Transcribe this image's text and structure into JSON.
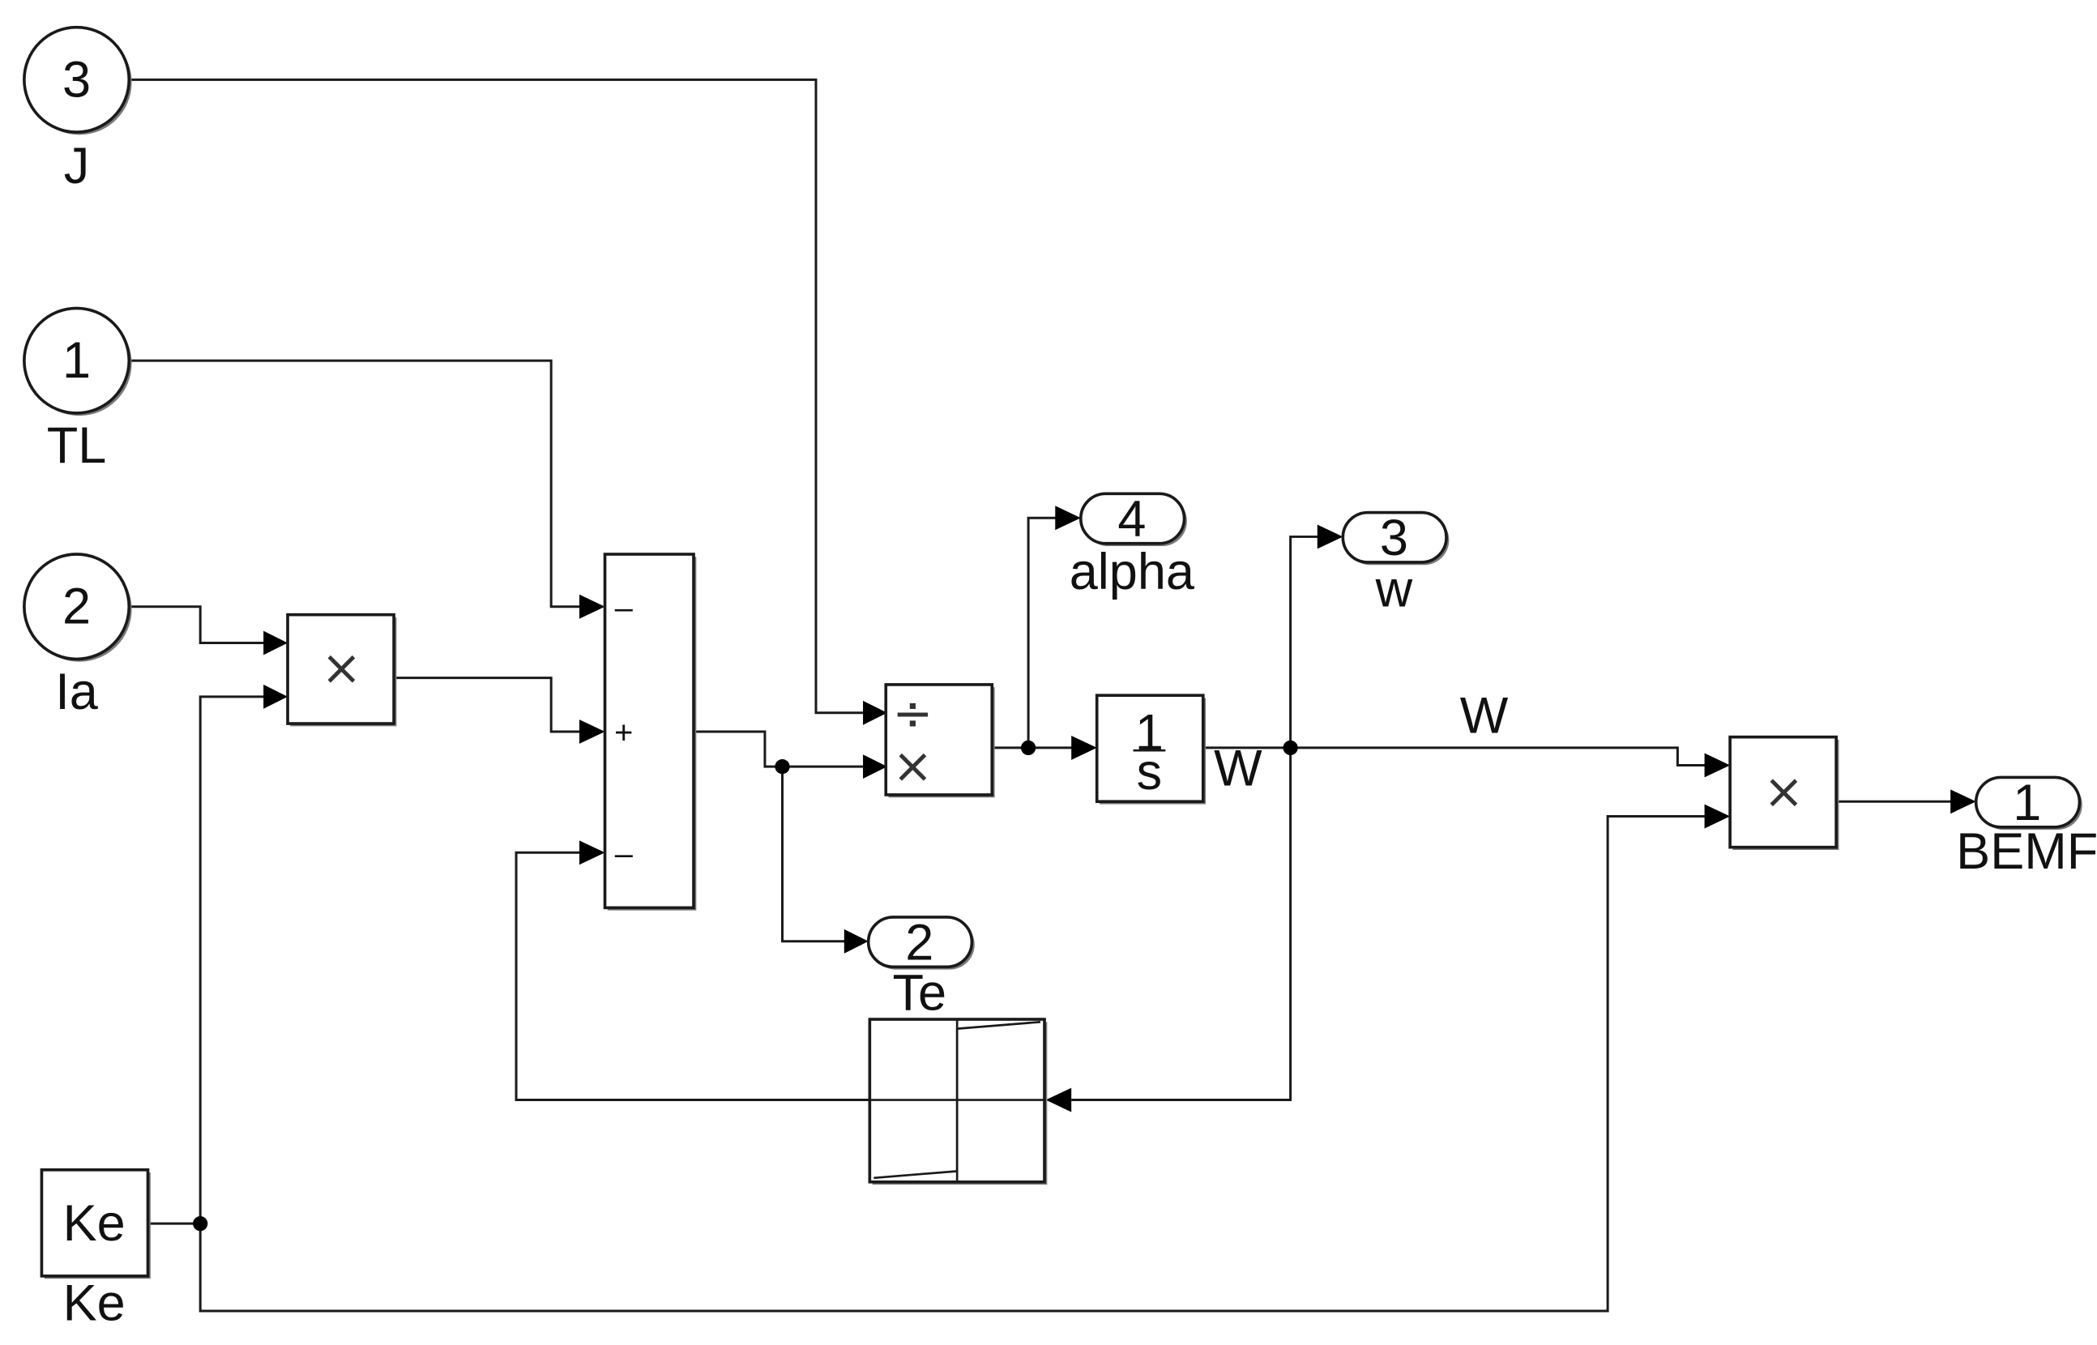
{
  "inports": [
    {
      "number": "3",
      "label": "J"
    },
    {
      "number": "1",
      "label": "TL"
    },
    {
      "number": "2",
      "label": "Ia"
    }
  ],
  "constant": {
    "value": "Ke",
    "label": "Ke"
  },
  "sum": {
    "signs": [
      "–",
      "+",
      "–"
    ]
  },
  "product_ia": {
    "symbol": "×"
  },
  "divide": {
    "top_symbol": "÷",
    "bottom_symbol": "×"
  },
  "integrator": {
    "numerator": "1",
    "denominator": "s"
  },
  "product_bemf": {
    "symbol": "×"
  },
  "signal_labels": {
    "integrator_out": "W",
    "line_to_product": "W"
  },
  "outports": [
    {
      "number": "4",
      "label": "alpha"
    },
    {
      "number": "3",
      "label": "w"
    },
    {
      "number": "2",
      "label": "Te"
    },
    {
      "number": "1",
      "label": "BEMF"
    }
  ]
}
